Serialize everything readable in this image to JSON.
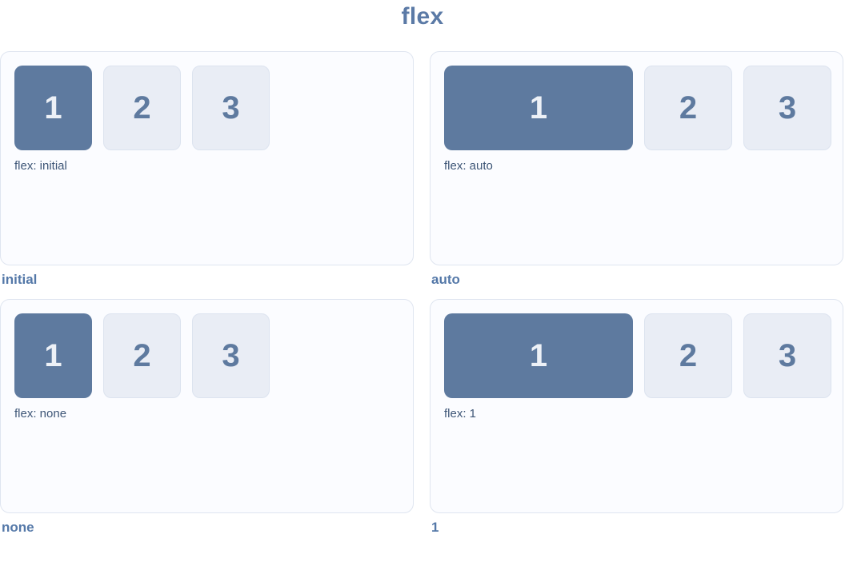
{
  "title": "flex",
  "colors": {
    "title_text": "#5b7aa6",
    "active_box_bg": "#5e7a9f",
    "active_box_text": "#edf1f7",
    "plain_box_bg": "#e9edf5",
    "plain_box_border": "#dce3ef",
    "plain_box_text": "#5e7a9f",
    "panel_bg": "#fbfcff",
    "panel_border": "#dfe5f0",
    "flex_label_text": "#3e5677",
    "caption_text": "#5478a8"
  },
  "panels": [
    {
      "flex_label": "flex: initial",
      "caption": "initial",
      "first_box_grows": false,
      "boxes": [
        "1",
        "2",
        "3"
      ]
    },
    {
      "flex_label": "flex: auto",
      "caption": "auto",
      "first_box_grows": true,
      "boxes": [
        "1",
        "2",
        "3"
      ]
    },
    {
      "flex_label": "flex: none",
      "caption": "none",
      "first_box_grows": false,
      "boxes": [
        "1",
        "2",
        "3"
      ]
    },
    {
      "flex_label": "flex: 1",
      "caption": "1",
      "first_box_grows": true,
      "boxes": [
        "1",
        "2",
        "3"
      ]
    }
  ]
}
